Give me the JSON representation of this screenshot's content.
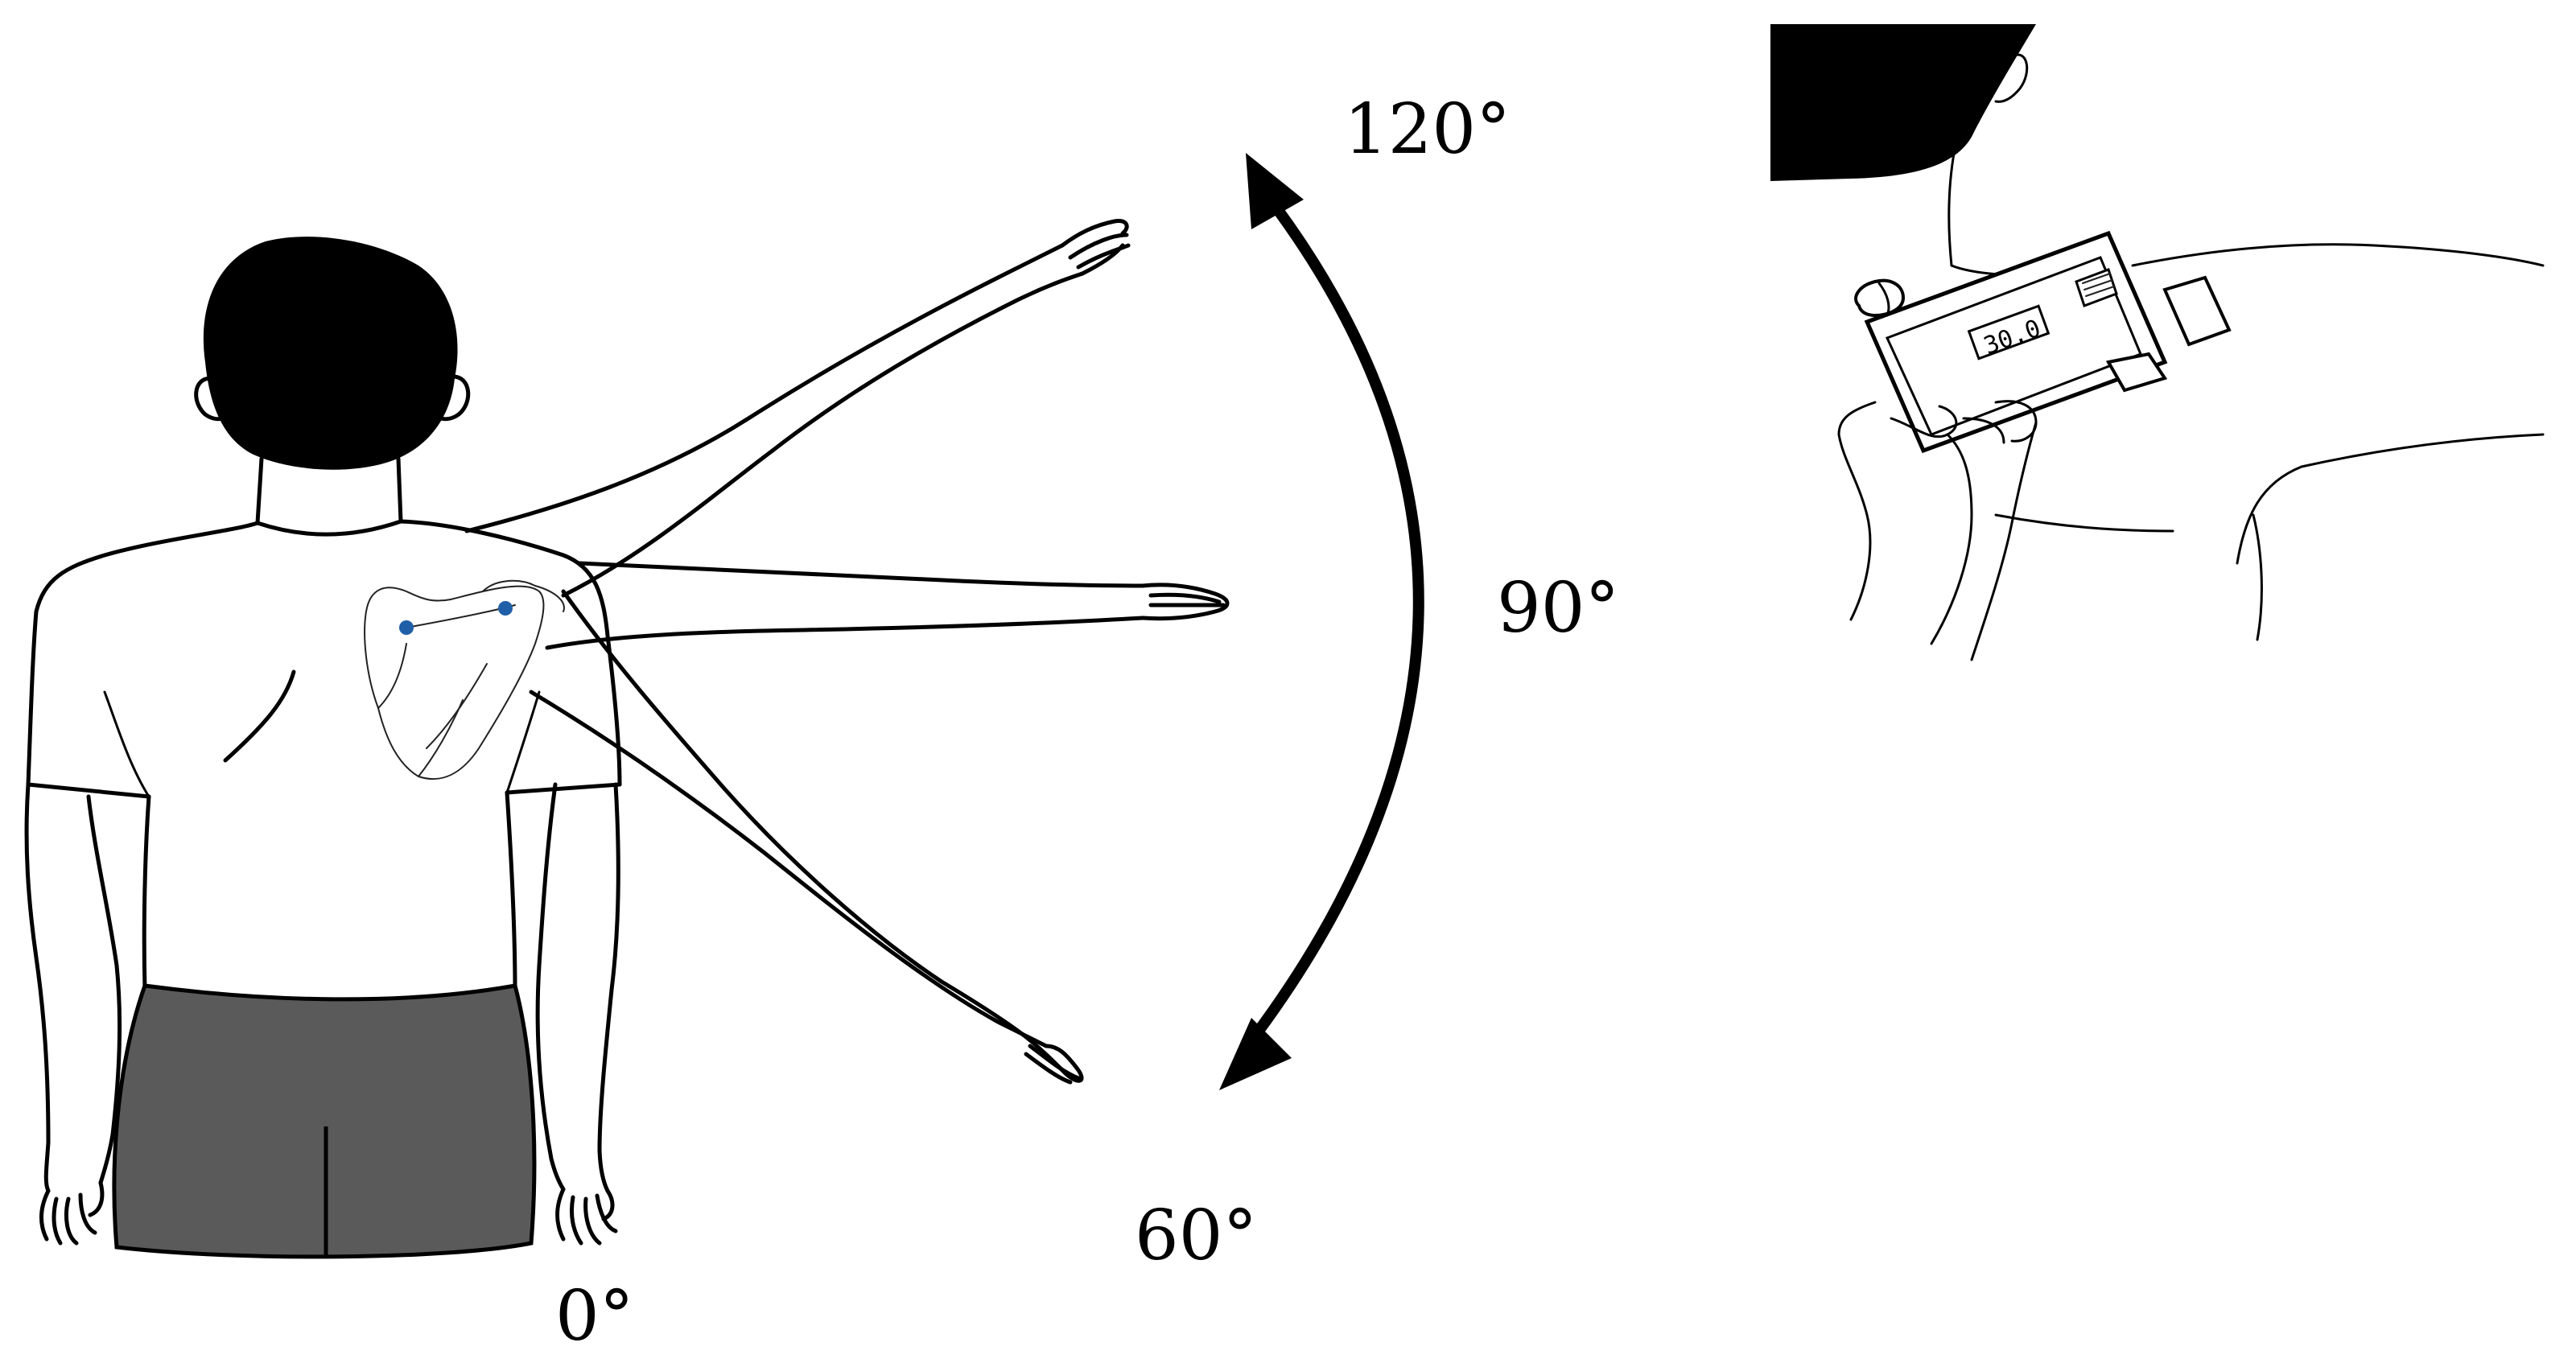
{
  "angle_labels": {
    "a0": "0°",
    "a60": "60°",
    "a90": "90°",
    "a120": "120°"
  },
  "device": {
    "readout": "30.0"
  },
  "colors": {
    "ink": "#000000",
    "shorts": "#5a5a5a",
    "marker": "#1f5fa8",
    "background": "#ffffff"
  }
}
